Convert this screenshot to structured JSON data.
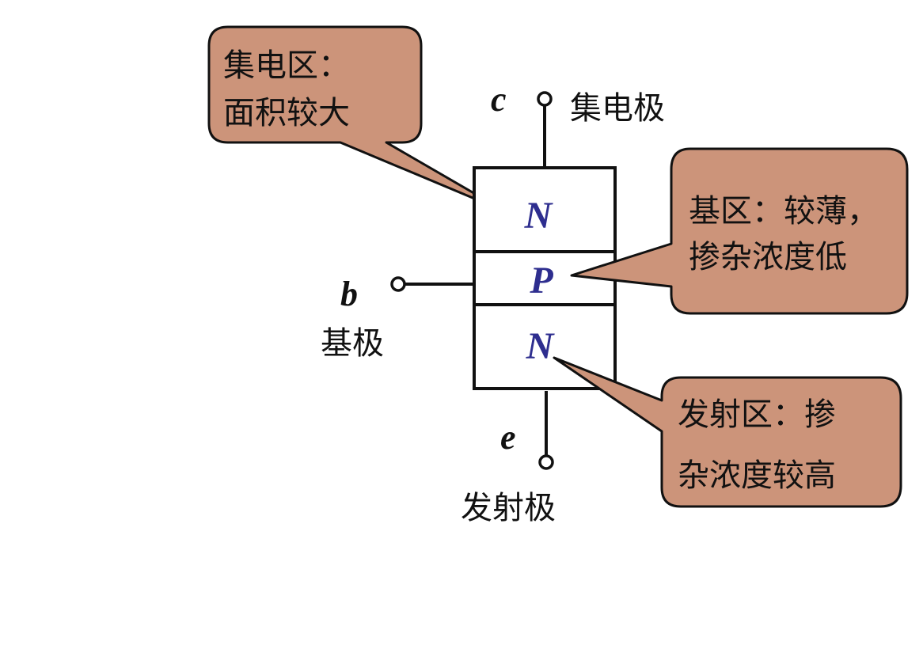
{
  "diagram": {
    "type": "npn-transistor-structure",
    "colors": {
      "callout_fill": "#CC947A",
      "callout_stroke": "#111111",
      "layer_label": "#2E2E8F",
      "line": "#111111"
    },
    "layers": [
      {
        "id": "collector-region",
        "label": "N"
      },
      {
        "id": "base-region",
        "label": "P"
      },
      {
        "id": "emitter-region",
        "label": "N"
      }
    ],
    "terminals": {
      "collector": {
        "symbol": "c",
        "name": "集电极"
      },
      "base": {
        "symbol": "b",
        "name": "基极"
      },
      "emitter": {
        "symbol": "e",
        "name": "发射极"
      }
    },
    "callouts": {
      "collector": {
        "lines": [
          "集电区：",
          "面积较大"
        ]
      },
      "base": {
        "lines": [
          "基区：较薄，",
          "掺杂浓度低"
        ]
      },
      "emitter": {
        "lines": [
          "发射区：掺",
          "杂浓度较高"
        ]
      }
    }
  }
}
